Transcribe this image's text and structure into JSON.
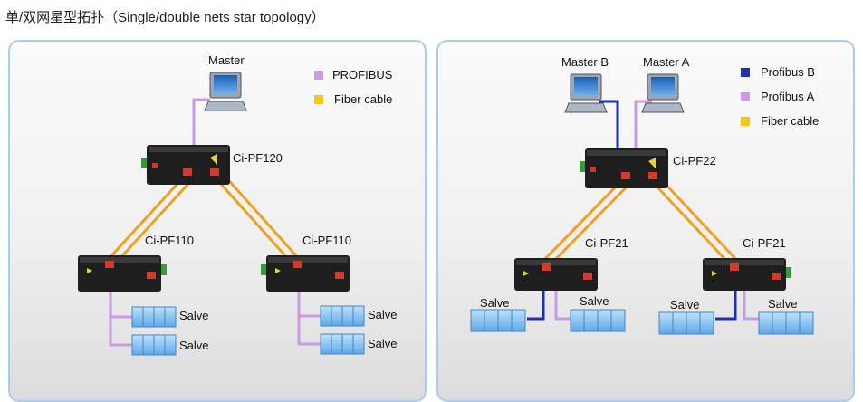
{
  "title": "单/双网星型拓扑（Single/double nets star topology）",
  "colors": {
    "profibus": "#c99be6",
    "profibus_b": "#1f2fb0",
    "fiber": "#f0a020",
    "panel_border": "#a9cdf0"
  },
  "left": {
    "master_label": "Master",
    "hub_label": "Ci-PF120",
    "node1_label": "Ci-PF110",
    "node2_label": "Ci-PF110",
    "slave_labels": [
      "Salve",
      "Salve",
      "Salve",
      "Salve"
    ],
    "legend": [
      {
        "label": "PROFIBUS",
        "color": "#c99be6"
      },
      {
        "label": "Fiber cable",
        "color": "#f5c518"
      }
    ]
  },
  "right": {
    "master_b_label": "Master B",
    "master_a_label": "Master A",
    "hub_label": "Ci-PF22",
    "node1_label": "Ci-PF21",
    "node2_label": "Ci-PF21",
    "slave_labels": [
      "Salve",
      "Salve",
      "Salve",
      "Salve"
    ],
    "legend": [
      {
        "label": "Profibus B",
        "color": "#1f2fb0"
      },
      {
        "label": "Profibus A",
        "color": "#c99be6"
      },
      {
        "label": "Fiber cable",
        "color": "#f5c518"
      }
    ]
  }
}
